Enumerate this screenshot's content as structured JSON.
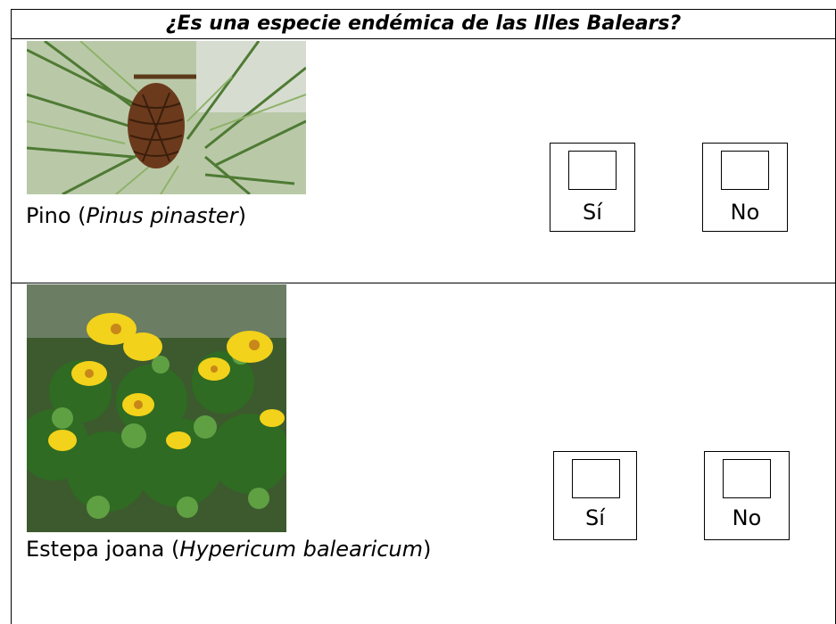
{
  "question": "¿Es una especie endémica de las Illes Balears?",
  "species": [
    {
      "common_name": "Pino (",
      "scientific_name": "Pinus pinaster",
      "close": ")",
      "photo_icon": "pine-cone-photo",
      "yes_label": "Sí",
      "no_label": "No"
    },
    {
      "common_name": "Estepa joana (",
      "scientific_name": "Hypericum balearicum",
      "close": ")",
      "photo_icon": "yellow-flower-shrub-photo",
      "yes_label": "Sí",
      "no_label": "No"
    }
  ]
}
